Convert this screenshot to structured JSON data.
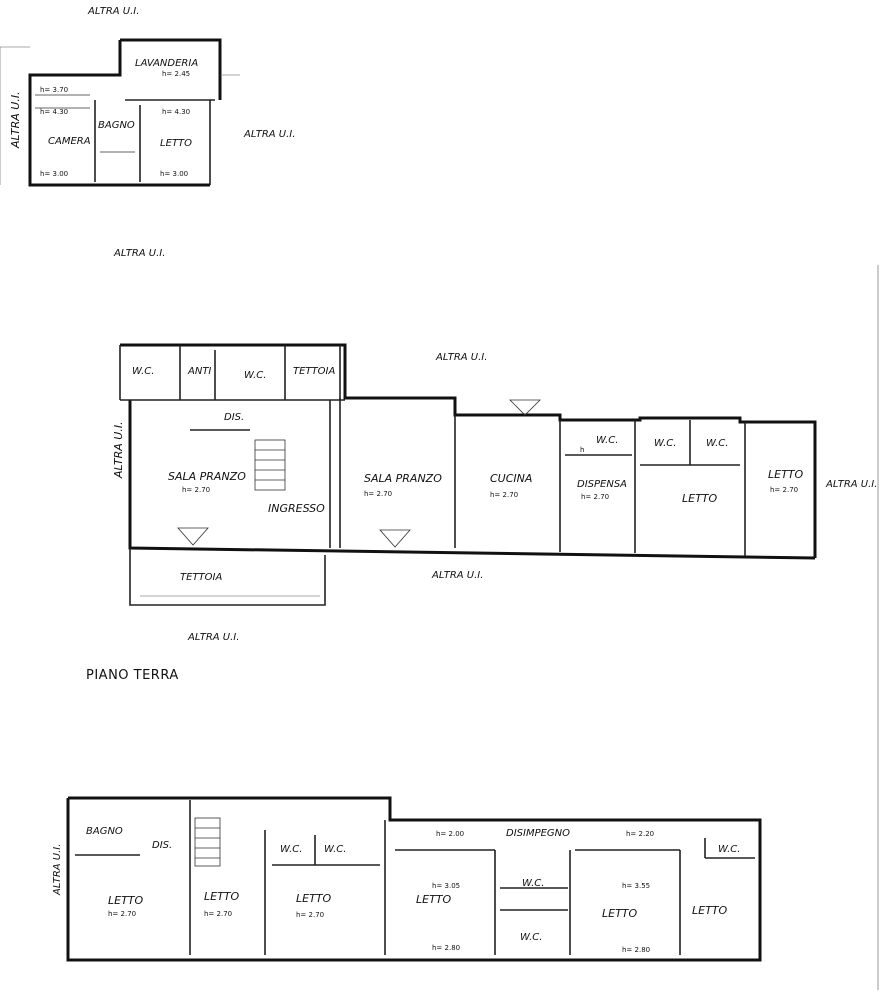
{
  "top_unit": {
    "altra_top": "ALTRA U.I.",
    "altra_left": "ALTRA U.I.",
    "altra_right": "ALTRA U.I.",
    "rooms": {
      "lavanderia": "LAVANDERIA",
      "lavanderia_h": "h= 2.45",
      "camera": "CAMERA",
      "camera_h1": "h= 3.70",
      "camera_h2": "h= 4.30",
      "camera_h3": "h= 3.00",
      "bagno": "BAGNO",
      "letto": "LETTO",
      "letto_h1": "h= 4.30",
      "letto_h2": "h= 3.00"
    }
  },
  "altra_mid": "ALTRA U.I.",
  "ground_floor": {
    "title": "PIANO TERRA",
    "altra_top": "ALTRA U.I.",
    "altra_left": "ALTRA U.I.",
    "altra_right": "ALTRA U.I.",
    "altra_bottom": "ALTRA U.I.",
    "altra_below": "ALTRA U.I.",
    "rooms": {
      "wc1": "W.C.",
      "anti": "ANTI",
      "wc2": "W.C.",
      "tettoia_top": "TETTOIA",
      "dis": "DIS.",
      "sala_pranzo_1": "SALA PRANZO",
      "sala_pranzo_1_h": "h= 2.70",
      "ingresso": "INGRESSO",
      "sala_pranzo_2": "SALA PRANZO",
      "sala_pranzo_2_h": "h= 2.70",
      "cucina": "CUCINA",
      "cucina_h": "h= 2.70",
      "wc3": "W.C.",
      "wc3_h": "h",
      "dispensa": "DISPENSA",
      "dispensa_h": "h= 2.70",
      "wc4": "W.C.",
      "wc5": "W.C.",
      "letto_mid": "LETTO",
      "letto_right": "LETTO",
      "letto_right_h": "h= 2.70",
      "tettoia_bottom": "TETTOIA"
    }
  },
  "first_floor": {
    "altra_left": "ALTRA U.I.",
    "rooms": {
      "bagno": "BAGNO",
      "dis": "DIS.",
      "letto1": "LETTO",
      "letto1_h": "h= 2.70",
      "letto2": "LETTO",
      "letto2_h": "h= 2.70",
      "wc1": "W.C.",
      "wc2": "W.C.",
      "letto3": "LETTO",
      "letto3_h": "h= 2.70",
      "h_200": "h= 2.00",
      "disimpegno": "DISIMPEGNO",
      "h_220": "h= 2.20",
      "letto4": "LETTO",
      "letto4_h1": "h= 3.05",
      "letto4_h2": "h= 2.80",
      "wc3": "W.C.",
      "wc4": "W.C.",
      "letto5": "LETTO",
      "letto5_h1": "h= 3.55",
      "letto5_h2": "h= 2.80",
      "letto6": "LETTO",
      "wc5": "W.C."
    }
  }
}
